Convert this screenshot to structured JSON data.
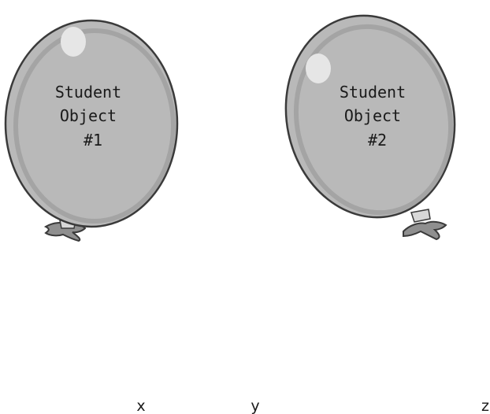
{
  "balloons": [
    {
      "line1": "Student",
      "line2": "Object",
      "line3": "#1"
    },
    {
      "line1": "Student",
      "line2": "Object",
      "line3": "#2"
    }
  ],
  "variables": [
    "x",
    "y",
    "z"
  ],
  "colors": {
    "balloon_fill": "#b9b9b9",
    "balloon_stroke": "#3a3a3a",
    "highlight": "#e6e6e6",
    "knot_fill": "#8f8f8f"
  }
}
